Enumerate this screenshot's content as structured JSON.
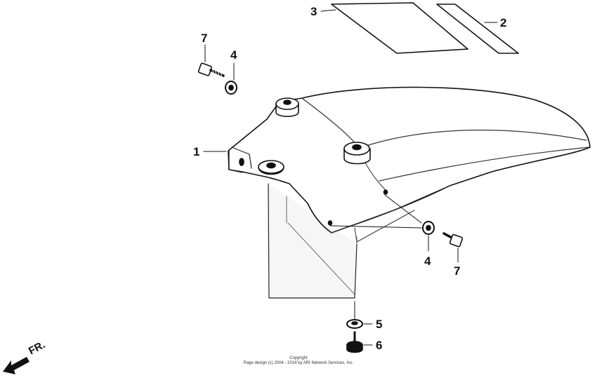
{
  "callouts": {
    "c1": "1",
    "c2": "2",
    "c3": "3",
    "c4a": "4",
    "c4b": "4",
    "c5": "5",
    "c6": "6",
    "c7a": "7",
    "c7b": "7"
  },
  "direction_label": "FR.",
  "footer": {
    "line1": "Copyright",
    "line2": "Page design (c) 2004 - 2014 by ARI Network Services, Inc."
  }
}
